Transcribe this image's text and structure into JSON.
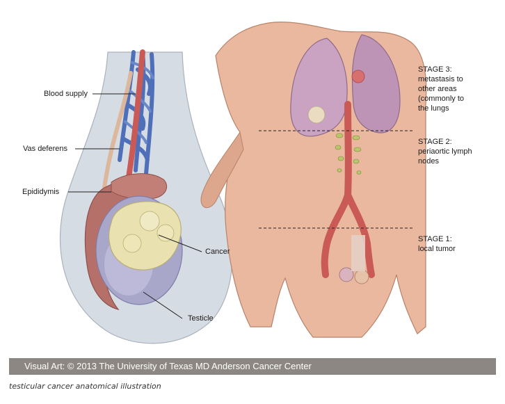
{
  "left_panel": {
    "labels": {
      "blood_supply": "Blood supply",
      "vas_deferens": "Vas deferens",
      "epididymis": "Epididymis",
      "cancer": "Cancer",
      "testicle": "Testicle"
    }
  },
  "right_panel": {
    "stages": {
      "stage3_title": "STAGE 3:",
      "stage3_lines": [
        "metastasis to",
        "other areas",
        "(commonly to",
        "the lungs"
      ],
      "stage2_title": "STAGE 2:",
      "stage2_lines": [
        "periaortic lymph",
        "nodes"
      ],
      "stage1_title": "STAGE 1:",
      "stage1_lines": [
        "local tumor"
      ]
    }
  },
  "credit": "Visual Art: © 2013 The University of Texas MD Anderson Cancer Center",
  "caption": "testicular cancer anatomical illustration",
  "colors": {
    "skin": "#e9b89e",
    "skin_shadow": "#c98f74",
    "lung": "#c9a3c1",
    "artery": "#c95a55",
    "vein": "#4f6fb8",
    "tumor": "#e9e2b0",
    "epididymis": "#b5706a",
    "testicle": "#a9a7c9",
    "credit_bar": "#8c8782"
  }
}
